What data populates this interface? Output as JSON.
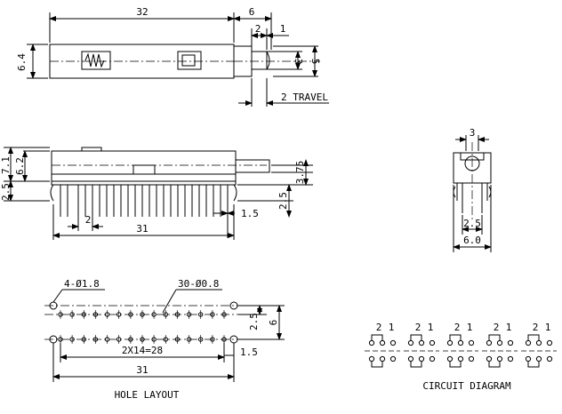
{
  "top_view": {
    "dim_length": "32",
    "dim_stem": "6",
    "dim_height": "6.4",
    "dim_a": "2",
    "dim_b": "1",
    "dim_c": "3",
    "dim_d": "5",
    "travel": "2  TRAVEL"
  },
  "side_view": {
    "dim_7_1": "7.1",
    "dim_6_2": "6.2",
    "dim_2_5_left": "2.5",
    "dim_3_75": "3.75",
    "dim_2_5_right": "2.5",
    "dim_1_5": "1.5",
    "dim_2": "2",
    "dim_31": "31"
  },
  "end_view": {
    "dim_3": "3",
    "dim_2_5": "2.5",
    "dim_6_0": "6.0"
  },
  "hole_layout": {
    "label_mount": "4-Ø1.8",
    "label_pins": "30-Ø0.8",
    "dim_pitch": "2X14=28",
    "dim_31": "31",
    "dim_2_5": "2.5",
    "dim_6": "6",
    "dim_1_5": "1.5",
    "caption": "HOLE  LAYOUT"
  },
  "circuit": {
    "labels": [
      "2",
      "1",
      "2",
      "1",
      "2",
      "1",
      "2",
      "1",
      "2",
      "1"
    ],
    "caption": "CIRCUIT  DIAGRAM"
  }
}
